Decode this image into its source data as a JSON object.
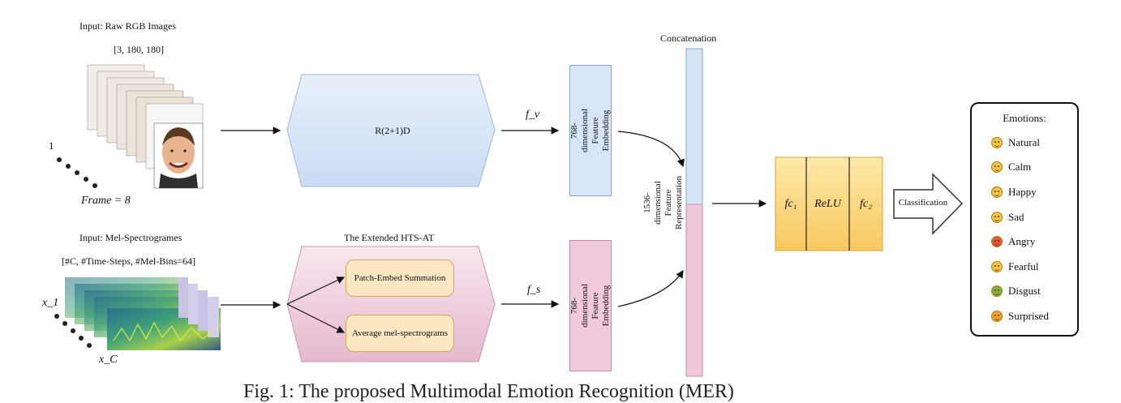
{
  "video_branch": {
    "input_title": "Input: Raw RGB Images",
    "shape": "[3, 180, 180]",
    "frame_start": "1",
    "frame_end": "Frame = 8",
    "encoder": "R(2+1)D",
    "feature_symbol": "f_v",
    "embedding": "768-dimensional Feature Embedding"
  },
  "audio_branch": {
    "input_title": "Input: Mel-Spectrogrames",
    "shape": "[#C, #Time-Steps, #Mel-Bins=64]",
    "first_channel": "x_1",
    "last_channel": "x_C",
    "encoder_title": "The Extended HTS-AT",
    "submodules": [
      "Patch-Embed Summation",
      "Average mel-spectrograms"
    ],
    "feature_symbol": "f_s",
    "embedding": "768-dimensional Feature Embedding"
  },
  "fusion": {
    "title": "Concatenation",
    "representation": "1536-dimensional Feature Representation"
  },
  "classifier": {
    "layers": [
      "fc₁",
      "ReLU",
      "fc₂"
    ],
    "arrow_label": "Classification"
  },
  "emotions": {
    "title": "Emotions:",
    "items": [
      "Natural",
      "Calm",
      "Happy",
      "Sad",
      "Angry",
      "Fearful",
      "Disgust",
      "Surprised"
    ],
    "icon_names": [
      "neutral-face-icon",
      "relieved-face-icon",
      "grinning-face-icon",
      "sad-face-icon",
      "angry-face-icon",
      "fearful-face-icon",
      "disgust-face-icon",
      "surprised-face-icon"
    ],
    "icon_colors": [
      "#f4c542",
      "#f4c542",
      "#f4c542",
      "#f4c542",
      "#e8553c",
      "#f4c542",
      "#7cb342",
      "#f4a030"
    ]
  },
  "colors": {
    "video_blue": "#dce8f7",
    "audio_pink": "#f2d5e3",
    "classifier_yellow": "#fbd978",
    "submodule_orange": "#fce7c3"
  },
  "caption": "Fig. 1: The proposed Multimodal Emotion Recognition (MER)"
}
